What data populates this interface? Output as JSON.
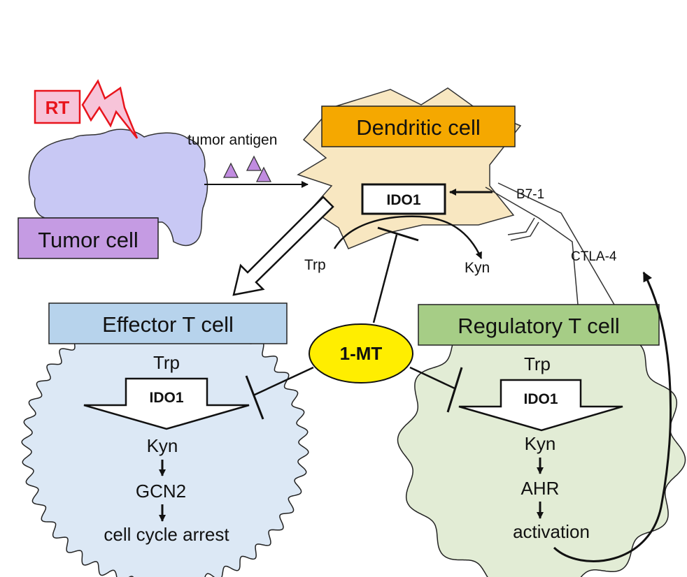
{
  "colors": {
    "rt_stroke": "#e8141c",
    "rt_fill": "#f7c4d9",
    "tumor_cell_fill": "#c8c8f4",
    "tumor_label_fill": "#c59be3",
    "antigen_fill": "#c18ce0",
    "dendritic_cell_fill": "#f8e7c1",
    "dendritic_label_fill": "#f5a800",
    "effector_cell_fill": "#dce8f5",
    "effector_label_fill": "#b7d3ec",
    "regulatory_cell_fill": "#e2ecd5",
    "regulatory_label_fill": "#a6cd86",
    "inhibitor_fill": "#ffee00"
  },
  "rt": {
    "label": "RT"
  },
  "tumor": {
    "label": "Tumor cell",
    "antigen_label": "tumor antigen"
  },
  "dendritic": {
    "label": "Dendritic cell",
    "enzyme": "IDO1",
    "trp": "Trp",
    "kyn": "Kyn",
    "b7_label": "B7-1"
  },
  "ctla4": {
    "label": "CTLA-4"
  },
  "inhibitor": {
    "label": "1-MT"
  },
  "effector": {
    "label": "Effector T cell",
    "trp": "Trp",
    "enzyme": "IDO1",
    "kyn": "Kyn",
    "gcn2": "GCN2",
    "outcome": "cell cycle arrest"
  },
  "regulatory": {
    "label": "Regulatory T cell",
    "trp": "Trp",
    "enzyme": "IDO1",
    "kyn": "Kyn",
    "ahr": "AHR",
    "outcome": "activation"
  }
}
